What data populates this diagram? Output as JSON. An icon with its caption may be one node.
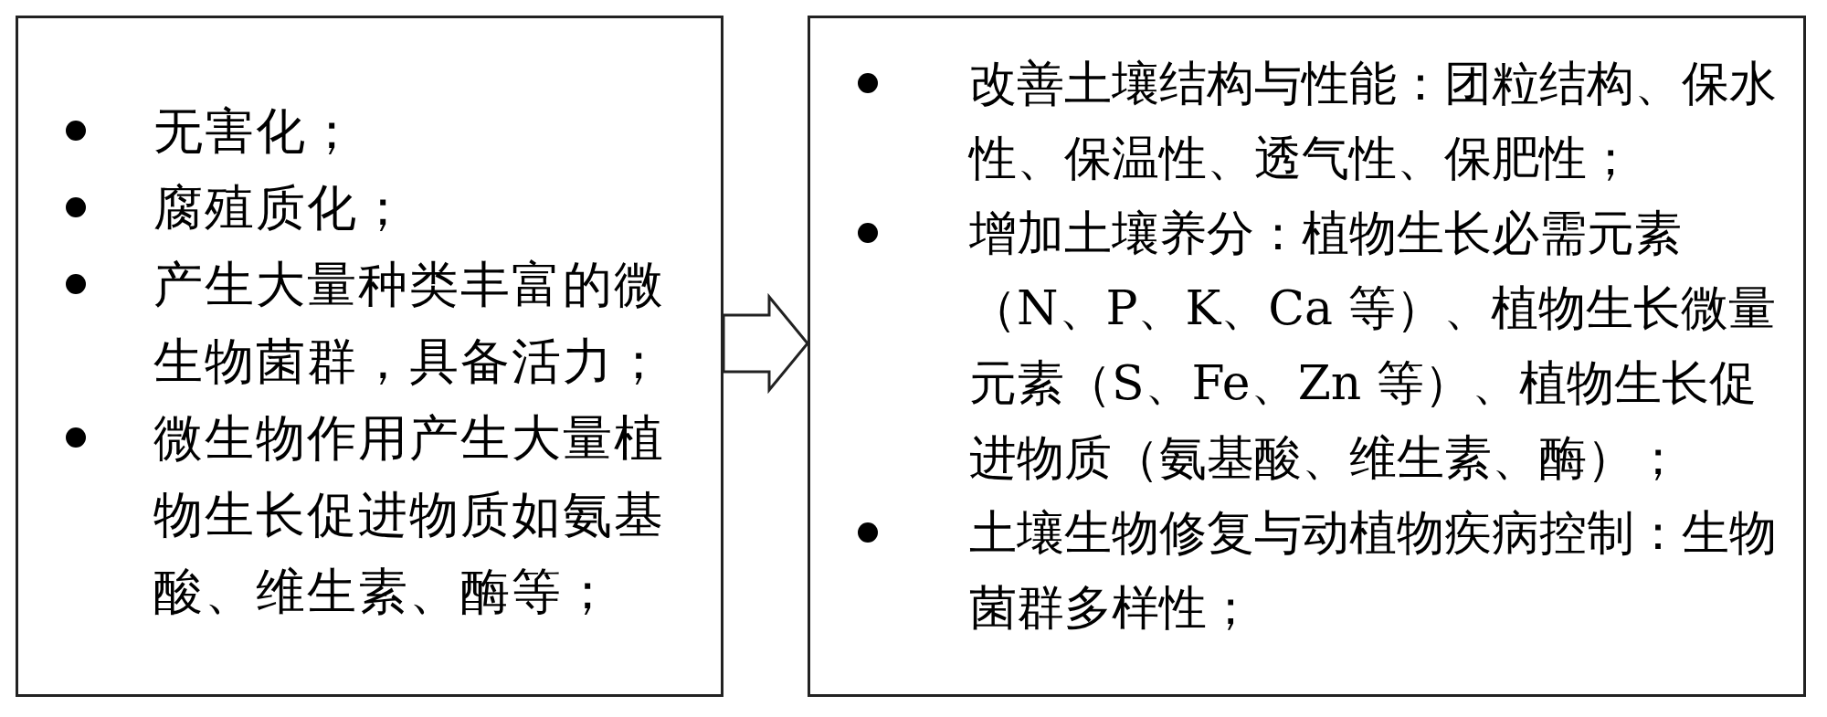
{
  "diagram": {
    "nodes": [
      {
        "text": [
          "无害化；",
          "腐殖质化；",
          "产生大量种类丰富的微生物菌群，具备活力；",
          "微生物作用产生大量植物生长促进物质如氨基酸、维生素、酶等；"
        ]
      },
      {
        "text": [
          "改善土壤结构与性能：团粒结构、保水性、保温性、透气性、保肥性；",
          "增加土壤养分：植物生长必需元素（N、P、K、Ca 等）、植物生长微量元素（S、Fe、Zn 等）、植物生长促进物质（氨基酸、维生素、酶）；",
          "土壤生物修复与动植物疾病控制：生物菌群多样性；"
        ]
      }
    ],
    "edges": [
      {
        "from": 0,
        "to": 1,
        "arrow": "to"
      }
    ]
  }
}
